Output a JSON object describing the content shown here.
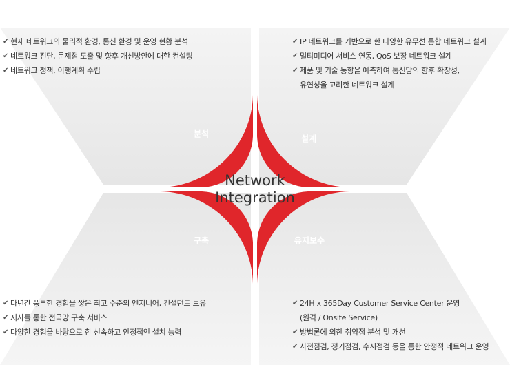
{
  "center": {
    "line1": "Network",
    "line2": "Integration"
  },
  "colors": {
    "ring": "#e0262b",
    "panel": "#eeeeee",
    "text": "#333333"
  },
  "segments": {
    "analysis": "분석",
    "design": "설계",
    "build": "구축",
    "maintenance": "유지보수"
  },
  "panels": {
    "top_left": [
      [
        "현재 네트워크의 물리적 환경, 통신 환경 및 운영 현황 분석"
      ],
      [
        "네트워크 진단, 문제점 도출 및 향후 개선방안에 대한 컨설팅"
      ],
      [
        "네트워크 정책, 이행계획 수립"
      ]
    ],
    "top_right": [
      [
        "IP 네트워크를 기반으로 한 다양한 유무선 통합 네트워크 설계"
      ],
      [
        "멀티미디어 서비스 연동, QoS 보장 네트워크 설계"
      ],
      [
        "제품 및 기술 동향을 예측하여 통신망의 향후 확장성,",
        "유연성을 고려한 네트워크 설계"
      ]
    ],
    "bottom_left": [
      [
        "다년간 풍부한 경험을 쌓은 최고 수준의 엔지니어, 컨설턴트 보유"
      ],
      [
        "지사를 통한 전국망 구축 서비스"
      ],
      [
        "다양한 경험을 바탕으로 한 신속하고 안정적인 설치 능력"
      ]
    ],
    "bottom_right": [
      [
        "24H x 365Day Customer Service Center 운영",
        "(원격 / Onsite Service)"
      ],
      [
        "방법론에 의한 취약점 분석 및 개선"
      ],
      [
        "사전점검, 정기점검, 수시점검 등을 통한 안정적 네트워크 운영"
      ]
    ]
  }
}
